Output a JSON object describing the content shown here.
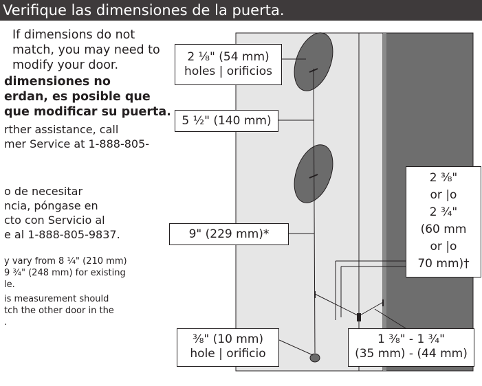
{
  "header": {
    "title": "Verifique las dimensiones de la puerta."
  },
  "text": {
    "en_note_lines": [
      "If dimensions do not",
      "match, you may need to",
      "modify your door."
    ],
    "es_note_lines": [
      "dimensiones no",
      "erdan, es posible que",
      "que modificar su puerta."
    ],
    "en_assist_lines": [
      "rther assistance, call",
      "mer Service at 1-888-805-"
    ],
    "es_assist_lines": [
      "o de necesitar",
      "ncia, póngase en",
      "cto con Servicio al",
      "e al 1-888-805-9837."
    ],
    "footnote_1_lines": [
      "y vary from 8 ¼\" (210 mm)",
      "9 ¾\" (248 mm) for existing",
      "le."
    ],
    "footnote_2_lines": [
      "is measurement should",
      "tch the other door in the",
      "."
    ]
  },
  "labels": {
    "hole_diameter": [
      "2 ⅛\" (54 mm)",
      "holes | orificios"
    ],
    "hole_spacing": "5 ½\" (140 mm)",
    "lower_distance": "9\" (229 mm)*",
    "backset": [
      "2 ⅜\"",
      "or |o",
      "2 ¾\"",
      "(60 mm",
      "or |o",
      "70 mm)†"
    ],
    "small_hole": [
      "⅜\" (10 mm)",
      "hole | orificio"
    ],
    "thickness": [
      "1 ⅜\" - 1 ¾\"",
      "(35 mm) - (44 mm)"
    ]
  },
  "colors": {
    "header_bg": "#3e3a3b",
    "door_face": "#e6e6e6",
    "door_edge": "#6e6e6e",
    "hole": "#6b6b6b"
  }
}
